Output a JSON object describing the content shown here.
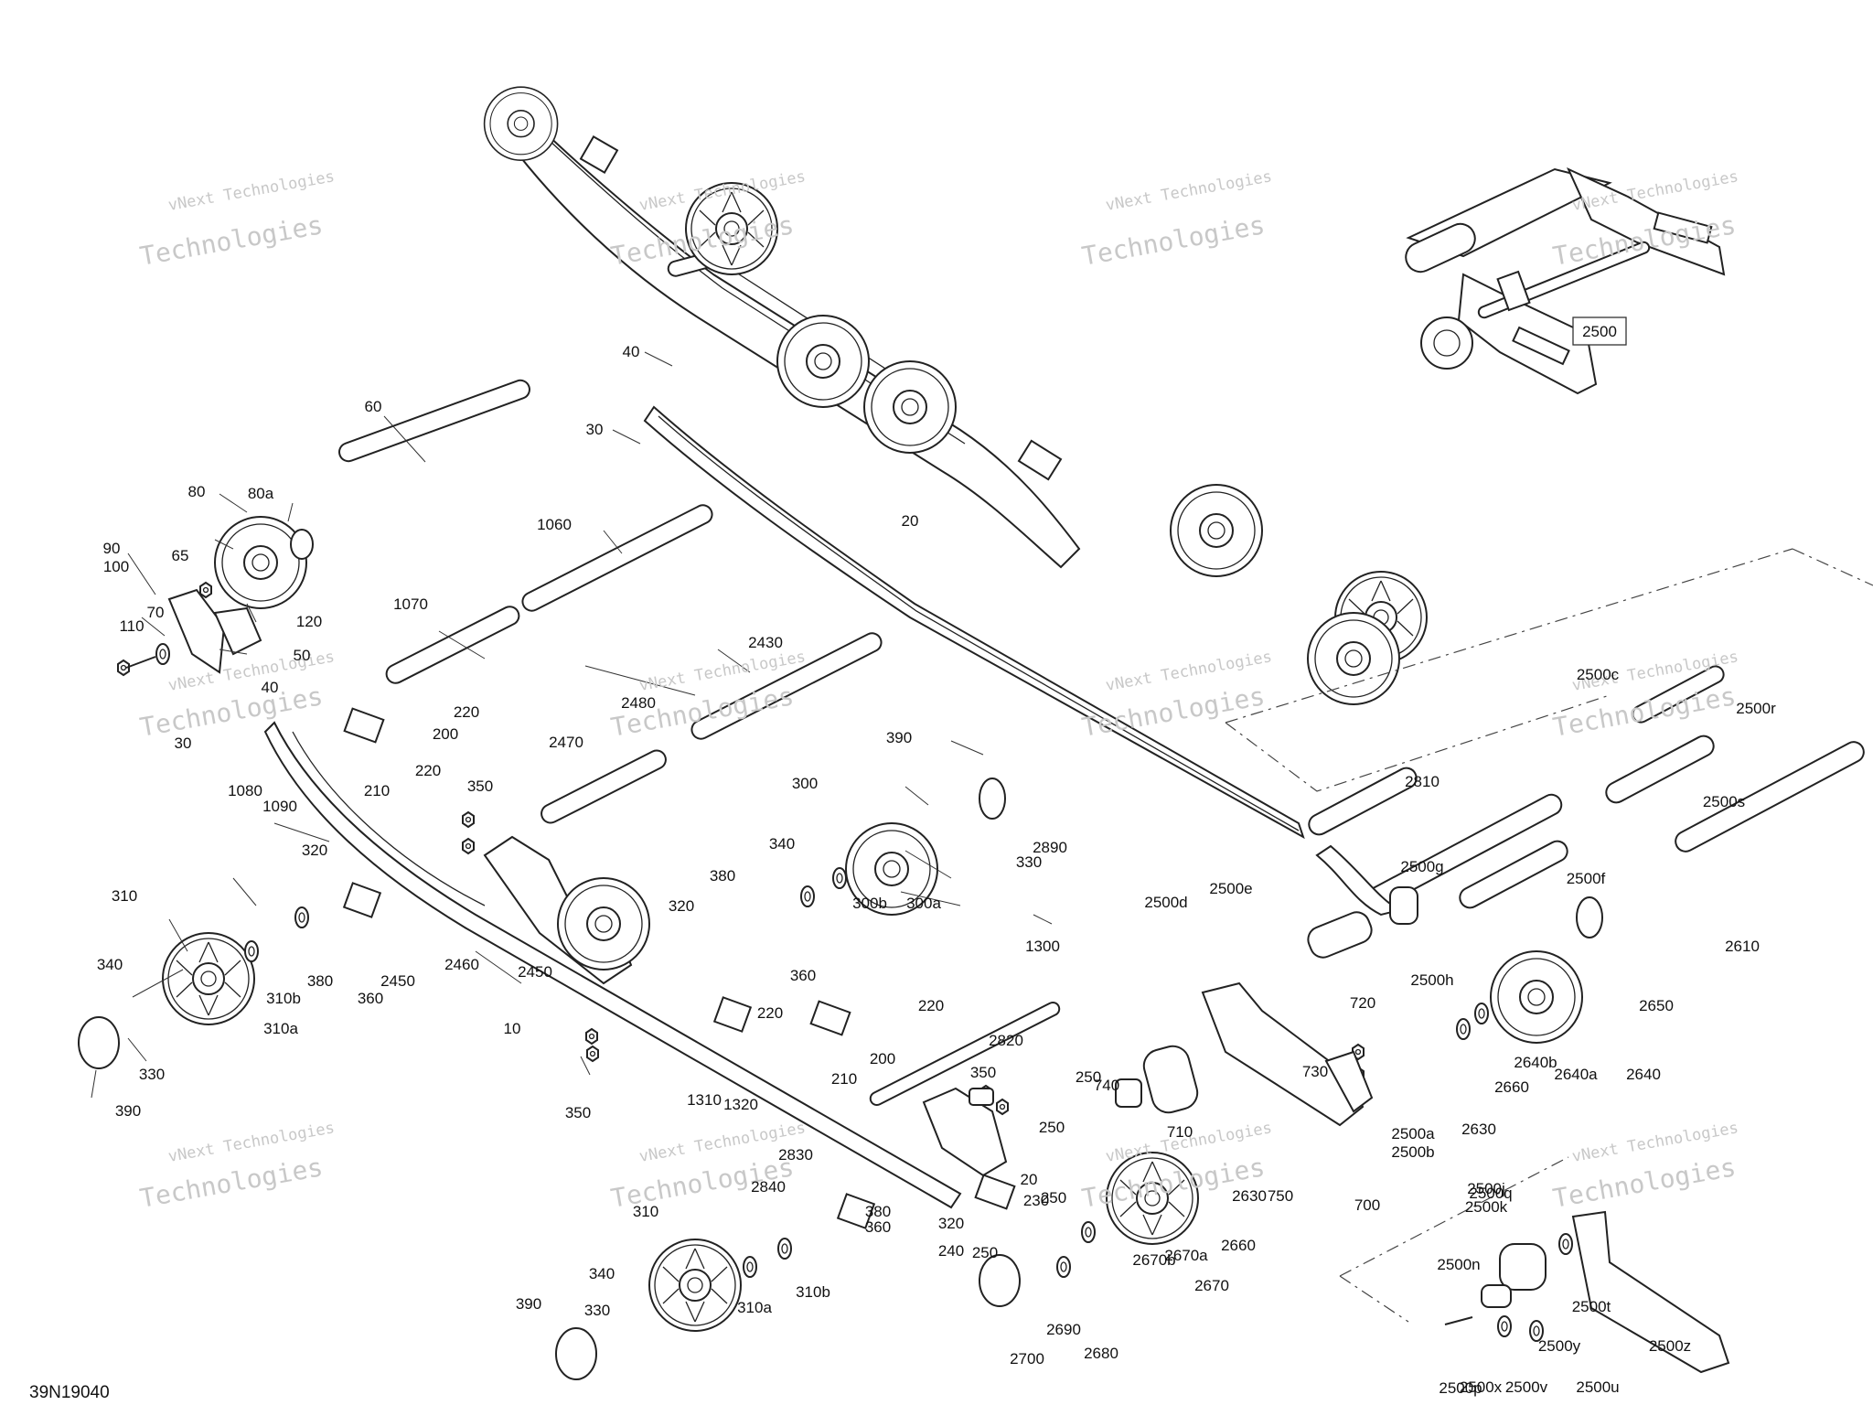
{
  "diagram_code": "39N19040",
  "watermark": {
    "line1": "vNext Technologies",
    "line2": "Technologies"
  },
  "inset_label": "2500",
  "callouts": [
    "10",
    "20",
    "20",
    "30",
    "30",
    "40",
    "40",
    "50",
    "60",
    "65",
    "70",
    "80",
    "80a",
    "90",
    "100",
    "110",
    "120",
    "200",
    "200",
    "210",
    "210",
    "220",
    "220",
    "220",
    "220",
    "230",
    "240",
    "250",
    "250",
    "250",
    "250",
    "300",
    "300a",
    "300b",
    "310",
    "310",
    "310a",
    "310a",
    "310b",
    "310b",
    "320",
    "320",
    "320",
    "330",
    "330",
    "330",
    "340",
    "340",
    "340",
    "350",
    "350",
    "350",
    "360",
    "360",
    "360",
    "380",
    "380",
    "380",
    "390",
    "390",
    "390",
    "700",
    "710",
    "720",
    "730",
    "740",
    "750",
    "1060",
    "1070",
    "1080",
    "1090",
    "1300",
    "1310",
    "1320",
    "2430",
    "2450",
    "2450",
    "2460",
    "2470",
    "2480",
    "2500a",
    "2500b",
    "2500c",
    "2500d",
    "2500e",
    "2500f",
    "2500g",
    "2500h",
    "2500j",
    "2500k",
    "2500n",
    "2500p",
    "2500q",
    "2500r",
    "2500s",
    "2500t",
    "2500u",
    "2500v",
    "2500x",
    "2500y",
    "2500z",
    "2610",
    "2630",
    "2630",
    "2640",
    "2640a",
    "2640b",
    "2650",
    "2660",
    "2660",
    "2670",
    "2670a",
    "2670b",
    "2680",
    "2690",
    "2700",
    "2810",
    "2820",
    "2830",
    "2840",
    "2890"
  ]
}
